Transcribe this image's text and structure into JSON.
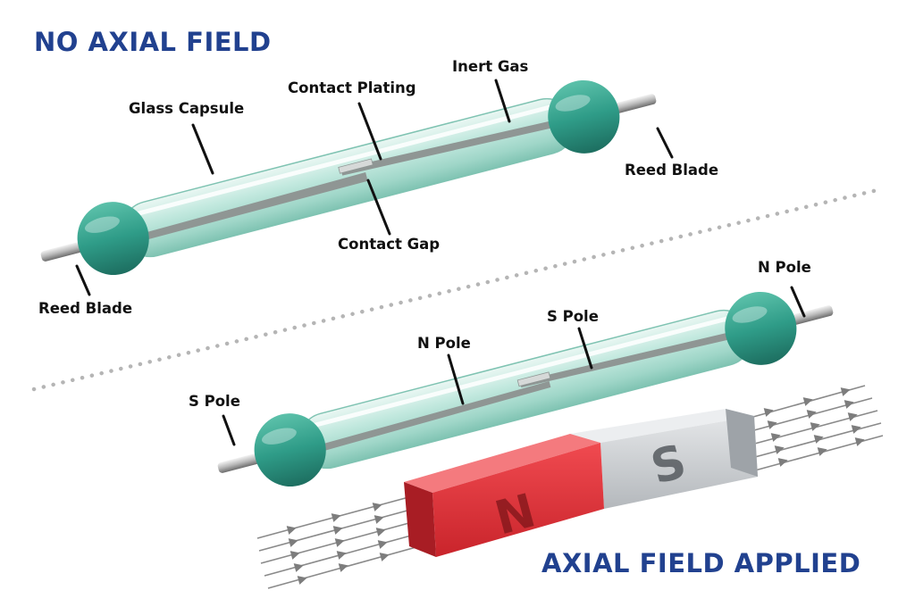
{
  "headings": {
    "top": "NO AXIAL FIELD",
    "bottom": "AXIAL FIELD APPLIED"
  },
  "labels": {
    "top_glass_capsule": "Glass Capsule",
    "top_contact_plating": "Contact Plating",
    "top_inert_gas": "Inert Gas",
    "top_reed_blade_right": "Reed Blade",
    "top_contact_gap": "Contact Gap",
    "top_reed_blade_left": "Reed Blade",
    "bottom_n_pole_right": "N Pole",
    "bottom_s_pole_mid": "S Pole",
    "bottom_n_pole_mid": "N Pole",
    "bottom_s_pole_left": "S Pole"
  },
  "magnet": {
    "north_letter": "N",
    "south_letter": "S"
  },
  "colors": {
    "heading": "#21418f",
    "magnet_north": "#e8323a",
    "magnet_south": "#c8cbcf",
    "glass_end": "#2f9c88",
    "glass_body": "#bfe6dc",
    "field_lines": "#8a8a8a",
    "divider": "#b5b5b5"
  }
}
